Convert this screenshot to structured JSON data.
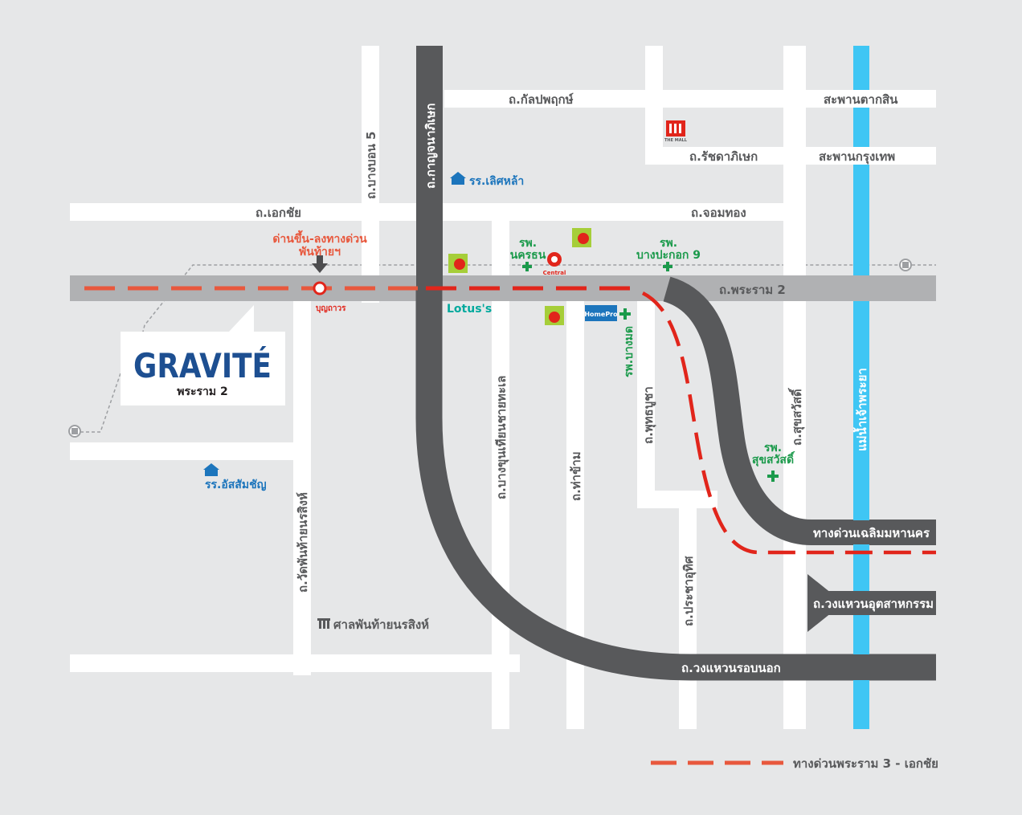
{
  "colors": {
    "background": "#e6e7e8",
    "road": "#ffffff",
    "main_road": "#b0b1b3",
    "highway": "#58595b",
    "expressway_route": "#e8583d",
    "expressway_route_alt": "#e1251b",
    "river": "#3fc6f4",
    "brand": "#1d4f91",
    "hospital": "#1b9a4b",
    "school": "#1c75bc"
  },
  "project": {
    "brand": "GRAVITÉ",
    "subtitle": "พระราม 2"
  },
  "roads": {
    "ekachai": "ถ.เอกชัย",
    "chomthong": "ถ.จอมทอง",
    "rama2": "ถ.พระราม 2",
    "kalapaphruek": "ถ.กัลปพฤกษ์",
    "ratchadaphisek": "ถ.รัชดาภิเษก",
    "kanchanaphisek": "ถ.กาญจนาภิเษก",
    "bangbon5": "ถ.บางบอน 5",
    "bangkhunthian_chaitalay": "ถ.บางขุนเทียนชายทะเล",
    "thakham": "ถ.ท่าข้าม",
    "phutthabucha": "ถ.พุทธบูชา",
    "suksawat": "ถ.สุขสวัสดิ์",
    "pracha_uthit": "ถ.ประชาอุทิศ",
    "wat_phan_thai_norasing": "ถ.วัดพันท้ายนรสิงห์",
    "outer_ring": "ถ.วงแหวนรอบนอก",
    "industrial_ring": "ถ.วงแหวนอุตสาหกรรม",
    "chalerm_mahanakhon": "ทางด่วนเฉลิมมหานคร"
  },
  "bridges": {
    "taksin": "สะพานตากสิน",
    "krungthep": "สะพานกรุงเทพ"
  },
  "river": "แม่น้ำเจ้าพระยา",
  "places": {
    "school_lertlah": "รร.เลิศหล้า",
    "school_assumption": "รร.อัสสัมชัญ",
    "shrine": "ศาลพันท้ายนรสิงห์",
    "expressway_gate_line1": "ด่านขึ้น-ลงทางด่วน",
    "expressway_gate_line2": "พันท้ายฯ",
    "boonthavorn": "บุญถาวร",
    "lotus": "Lotus's",
    "homepro": "HomePro",
    "central": "Central",
    "the_mall": "THE MALL",
    "bigc": "Big C"
  },
  "hospitals": {
    "nakhon_thon_l1": "รพ.",
    "nakhon_thon_l2": "นครธน",
    "bangpakok_l1": "รพ.",
    "bangpakok_l2": "บางปะกอก 9",
    "bangmod": "รพ.บางมด",
    "suksawat_l1": "รพ.",
    "suksawat_l2": "สุขสวัสดิ์"
  },
  "legend": {
    "expressway_label": "ทางด่วนพระราม 3 - เอกชัย"
  },
  "icons": [
    "hospital-cross-icon",
    "school-building-icon",
    "shrine-icon",
    "down-arrow-icon",
    "bts-station-icon",
    "bigc-logo-icon",
    "central-logo-icon",
    "the-mall-logo-icon"
  ]
}
